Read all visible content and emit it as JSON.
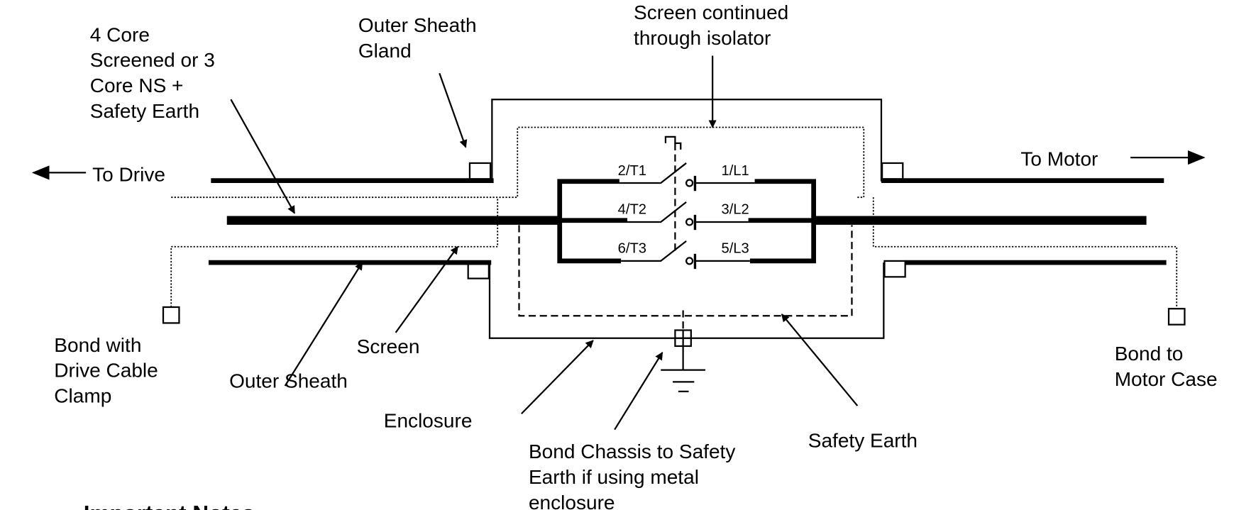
{
  "labels": {
    "cable": [
      "4 Core",
      "Screened or 3",
      "Core NS +",
      "Safety Earth"
    ],
    "gland": [
      "Outer Sheath",
      "Gland"
    ],
    "screen_continued": [
      "Screen continued",
      "through isolator"
    ],
    "to_drive": "To Drive",
    "to_motor": "To Motor",
    "bond_drive": [
      "Bond with",
      "Drive Cable",
      "Clamp"
    ],
    "outer_sheath": "Outer Sheath",
    "screen": "Screen",
    "enclosure": "Enclosure",
    "bond_chassis": [
      "Bond Chassis to Safety",
      "Earth if using metal",
      "enclosure"
    ],
    "safety_earth": "Safety Earth",
    "bond_motor": [
      "Bond to",
      "Motor Case"
    ],
    "important_notes": "Important Notes"
  },
  "terminals": {
    "load": [
      "2/T1",
      "4/T2",
      "6/T3"
    ],
    "line": [
      "1/L1",
      "3/L2",
      "5/L3"
    ]
  }
}
